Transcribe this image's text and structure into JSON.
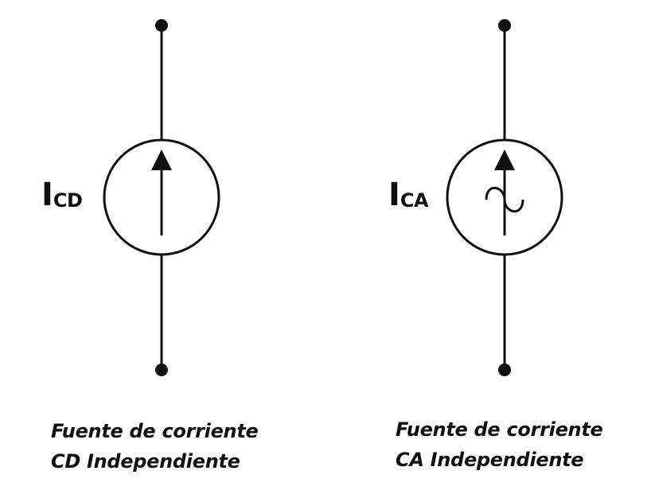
{
  "colors": {
    "stroke": "#111111",
    "background": "#ffffff"
  },
  "sources": [
    {
      "id": "dc",
      "symbol_main": "I",
      "symbol_sub": "CD",
      "symbol_type": "arrow",
      "caption_line1": "Fuente de corriente",
      "caption_line2": "CD Independiente"
    },
    {
      "id": "ac",
      "symbol_main": "I",
      "symbol_sub": "CA",
      "symbol_type": "arrow-with-sine",
      "caption_line1": "Fuente de corriente",
      "caption_line2": "CA Independiente"
    }
  ]
}
